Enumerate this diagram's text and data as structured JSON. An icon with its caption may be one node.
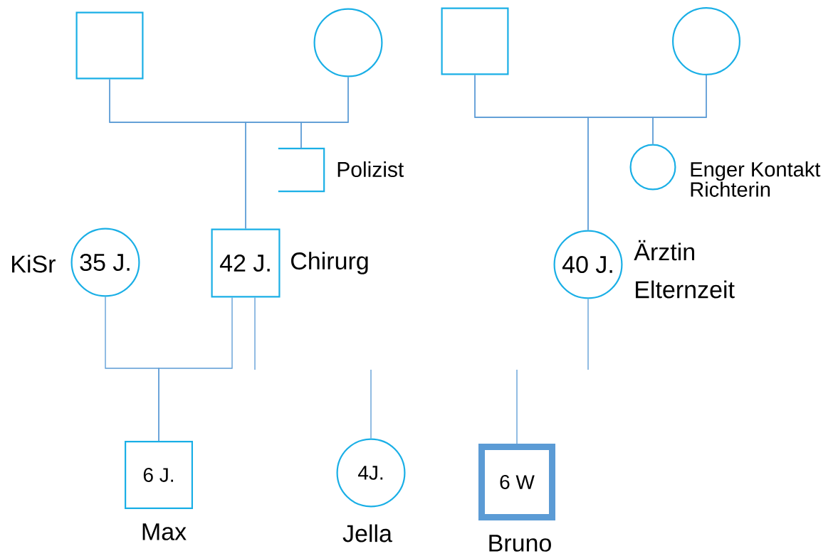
{
  "diagram": {
    "nodes": [
      {
        "text": [],
        "shape": "box"
      },
      {
        "text": [],
        "shape": "circle"
      },
      {
        "text": [],
        "shape": "box"
      },
      {
        "text": [],
        "shape": "circle"
      },
      {
        "text": [],
        "shape": "bracket",
        "beside": [
          "Polizist"
        ]
      },
      {
        "text": [],
        "shape": "circle",
        "beside": [
          "Enger Kontakt Richterin"
        ]
      },
      {
        "text": [
          "35 J."
        ],
        "beside": [
          "KiSr"
        ]
      },
      {
        "text": [
          "42 J."
        ],
        "beside": [
          "Chirurg"
        ]
      },
      {
        "text": [
          "40 J."
        ],
        "beside": [
          "Ärztin",
          "Elternzeit"
        ]
      },
      {
        "text": [
          "6 J."
        ],
        "beside": [
          "Max"
        ]
      },
      {
        "text": [
          "4J."
        ],
        "beside": [
          "Jella"
        ]
      },
      {
        "text": [
          "6 W"
        ],
        "beside": [
          "Bruno"
        ]
      }
    ],
    "edges": [
      {
        "from": 0,
        "to": 7,
        "arrow": "none"
      },
      {
        "from": 1,
        "to": 7,
        "arrow": "none"
      },
      {
        "from": 0,
        "to": 4,
        "arrow": "none"
      },
      {
        "from": 1,
        "to": 4,
        "arrow": "none"
      },
      {
        "from": 2,
        "to": 8,
        "arrow": "none"
      },
      {
        "from": 3,
        "to": 8,
        "arrow": "none"
      },
      {
        "from": 2,
        "to": 5,
        "arrow": "none"
      },
      {
        "from": 3,
        "to": 5,
        "arrow": "none"
      },
      {
        "from": 6,
        "to": 9,
        "arrow": "none"
      },
      {
        "from": 7,
        "to": 9,
        "arrow": "none"
      },
      {
        "from": 7,
        "to": null,
        "arrow": "none"
      },
      {
        "from": 8,
        "to": null,
        "arrow": "none"
      },
      {
        "from": null,
        "to": 10,
        "arrow": "none"
      },
      {
        "from": null,
        "to": 11,
        "arrow": "none"
      }
    ]
  }
}
